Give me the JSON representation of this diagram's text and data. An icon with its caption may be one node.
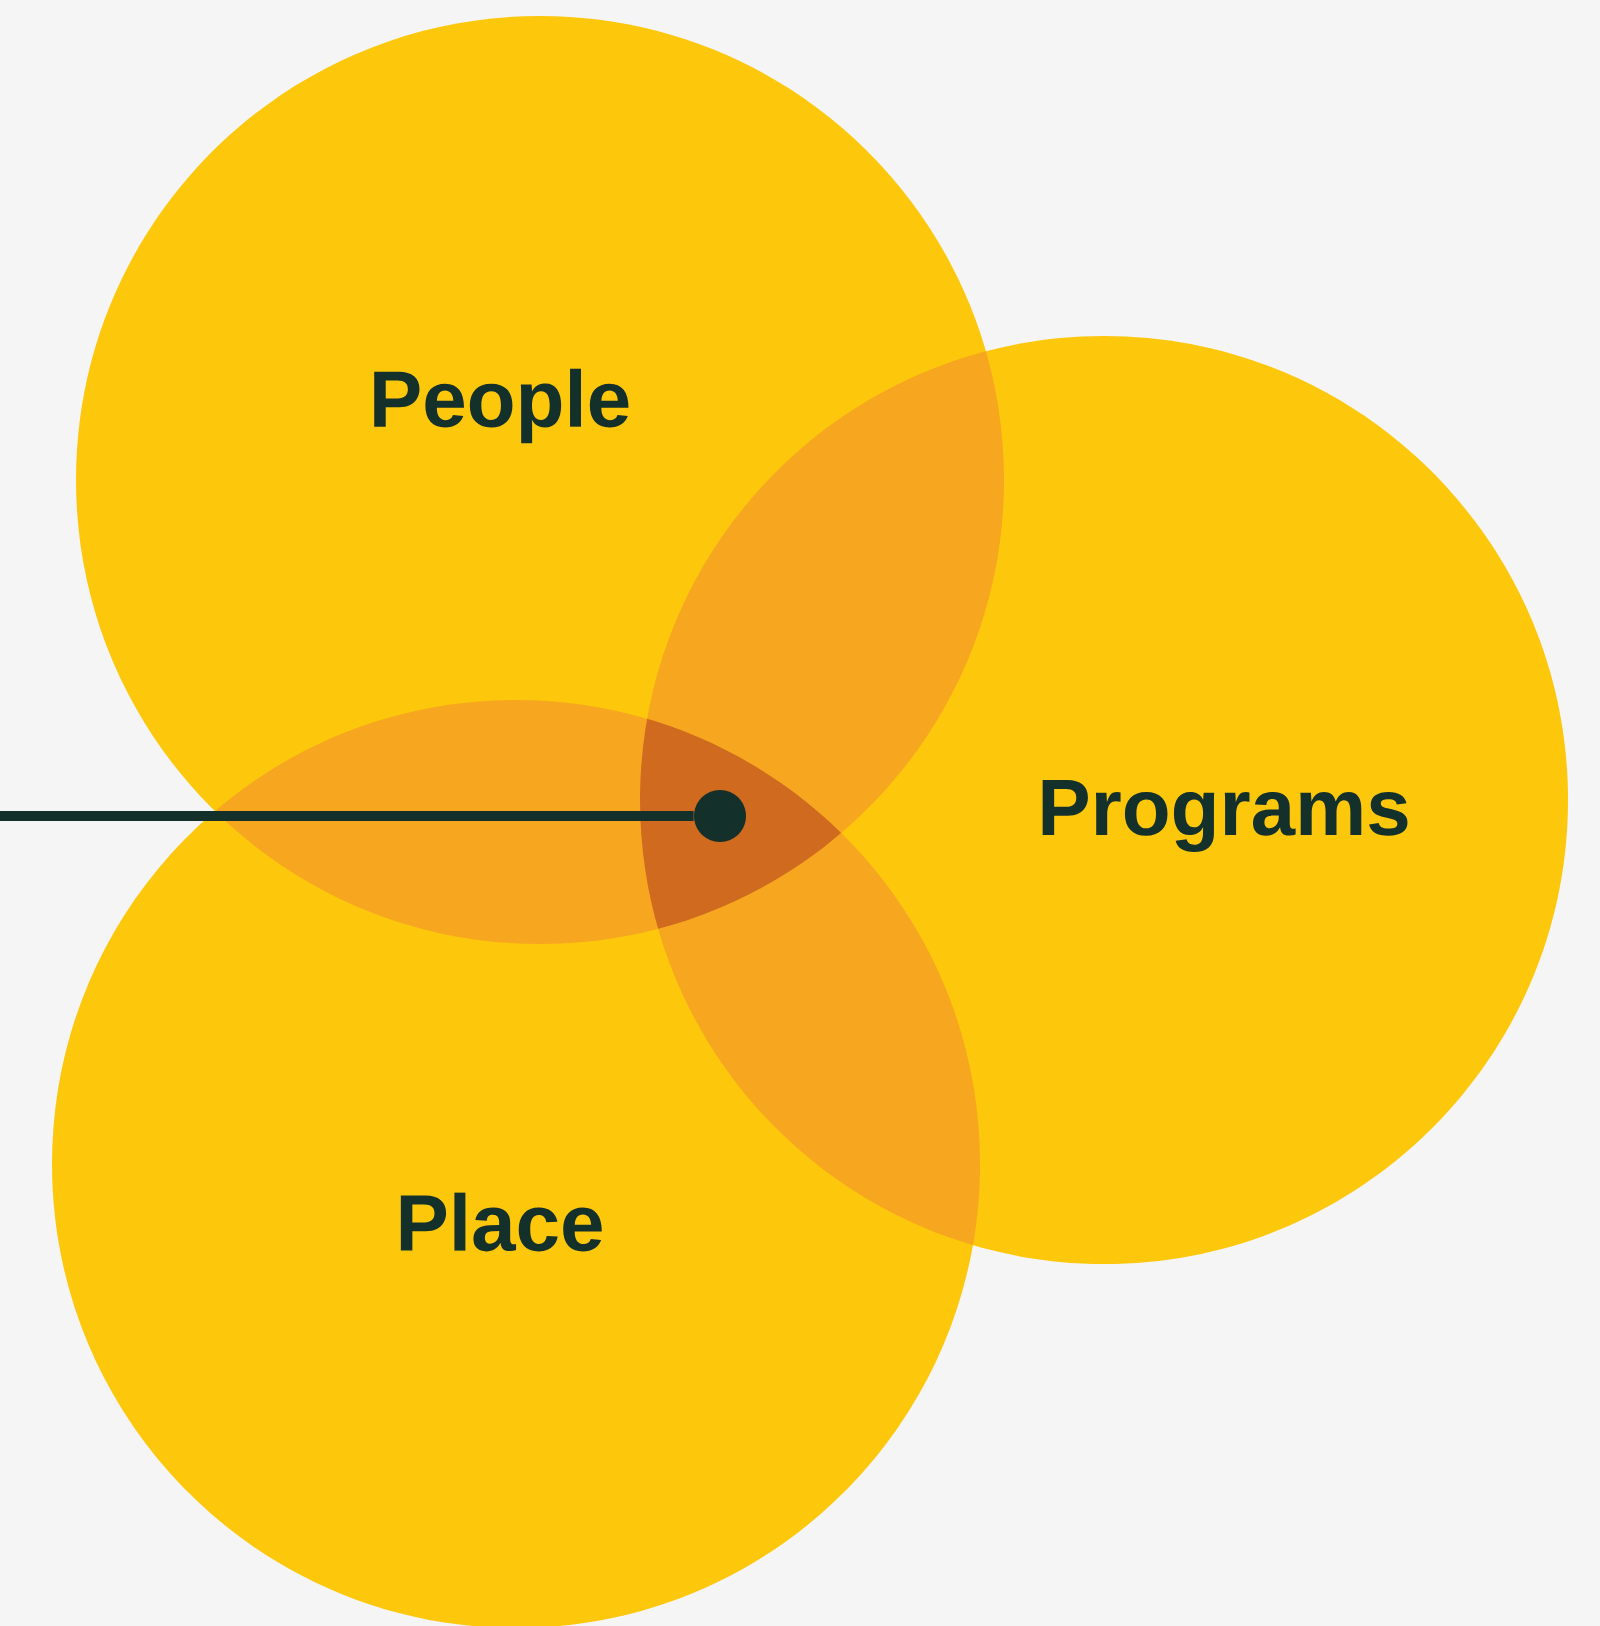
{
  "diagram": {
    "nodes": [
      {
        "text": [
          "People"
        ]
      },
      {
        "text": [
          "Programs"
        ]
      },
      {
        "text": [
          "Place"
        ]
      },
      {
        "text": [],
        "shape": "circle"
      }
    ],
    "edges": [
      {
        "from": null,
        "to": 3,
        "arrow": "none"
      }
    ]
  }
}
